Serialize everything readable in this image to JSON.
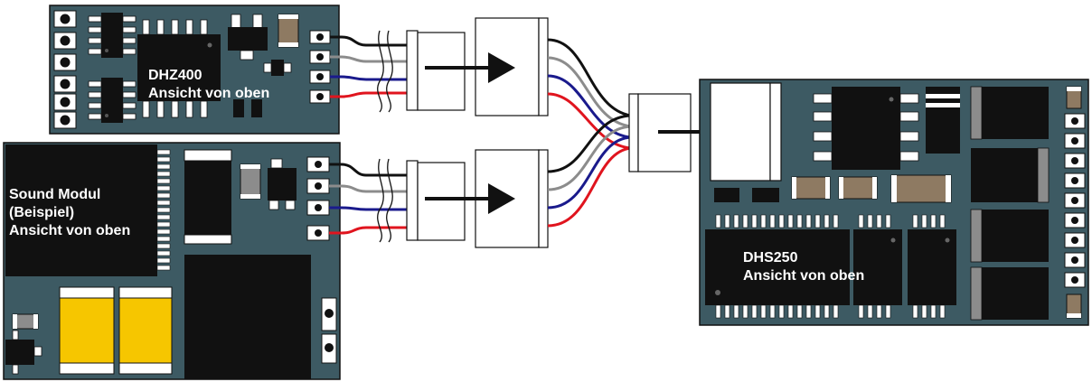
{
  "boards": {
    "dhz400": {
      "line1": "DHZ400",
      "line2": "Ansicht von oben"
    },
    "sound": {
      "line1": "Sound Modul",
      "line2": "(Beispiel)",
      "line3": "Ansicht von oben"
    },
    "dhs250": {
      "line1": "DHS250",
      "line2": "Ansicht von oben"
    }
  },
  "colors": {
    "pcb": "#3d5a63",
    "chip": "#111111",
    "pad": "#ffffff",
    "connector": "#ffffff",
    "capacitor_yellow": "#f6c600",
    "resistor_brown": "#8e7a62",
    "wire_black": "#111111",
    "wire_grey": "#8c8c8c",
    "wire_blue": "#1a1a8c",
    "wire_red": "#e0141e"
  }
}
